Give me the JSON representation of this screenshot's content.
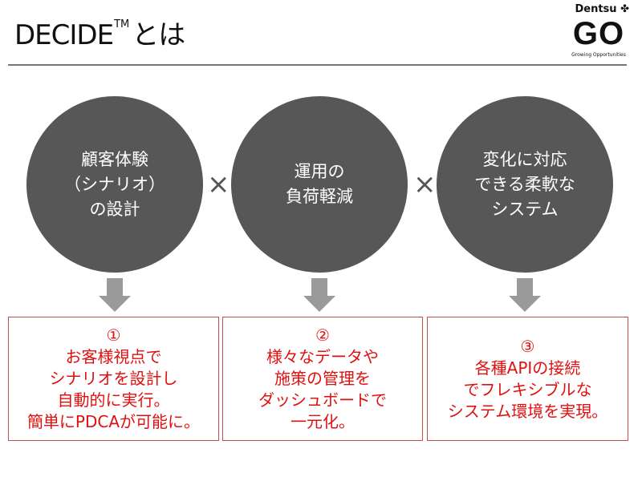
{
  "title": {
    "main": "DECIDE",
    "tm": "TM",
    "suffix": "とは"
  },
  "logo": {
    "brand": "Dentsu",
    "mark": "GO",
    "tagline": "Growing Opportunities"
  },
  "circles": [
    "顧客体験\n（シナリオ）\nの設計",
    "運用の\n負荷軽減",
    "変化に対応\nできる柔軟な\nシステム"
  ],
  "operator": "×",
  "boxes": [
    "①\nお客様視点で\nシナリオを設計し\n自動的に実行。\n簡単にPDCAが可能に。",
    "②\n様々なデータや\n施策の管理を\nダッシュボードで\n一元化。",
    "③\n各種APIの接続\nでフレキシブルな\nシステム環境を実現。"
  ],
  "colors": {
    "circle": "#575757",
    "arrow": "#9a9a9a",
    "box_border": "#c0504d",
    "box_text": "#e01010"
  }
}
